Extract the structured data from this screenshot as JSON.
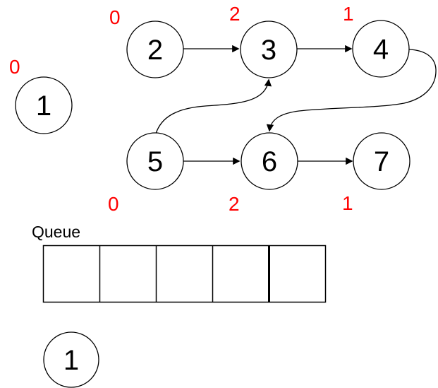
{
  "colors": {
    "label_red": "#ff0000",
    "ink_black": "#000000",
    "background": "#ffffff"
  },
  "graph": {
    "nodes": [
      {
        "label": "1",
        "indegree": "0"
      },
      {
        "label": "2",
        "indegree": "0"
      },
      {
        "label": "3",
        "indegree": "2"
      },
      {
        "label": "4",
        "indegree": "1"
      },
      {
        "label": "5",
        "indegree": "0"
      },
      {
        "label": "6",
        "indegree": "2"
      },
      {
        "label": "7",
        "indegree": "1"
      }
    ],
    "edges": [
      {
        "from": "2",
        "to": "3"
      },
      {
        "from": "3",
        "to": "4"
      },
      {
        "from": "5",
        "to": "3"
      },
      {
        "from": "4",
        "to": "6"
      },
      {
        "from": "5",
        "to": "6"
      },
      {
        "from": "6",
        "to": "7"
      }
    ]
  },
  "queue": {
    "label": "Queue",
    "cells": [
      "",
      "",
      "",
      "",
      ""
    ]
  },
  "dequeued": {
    "label": "1"
  }
}
